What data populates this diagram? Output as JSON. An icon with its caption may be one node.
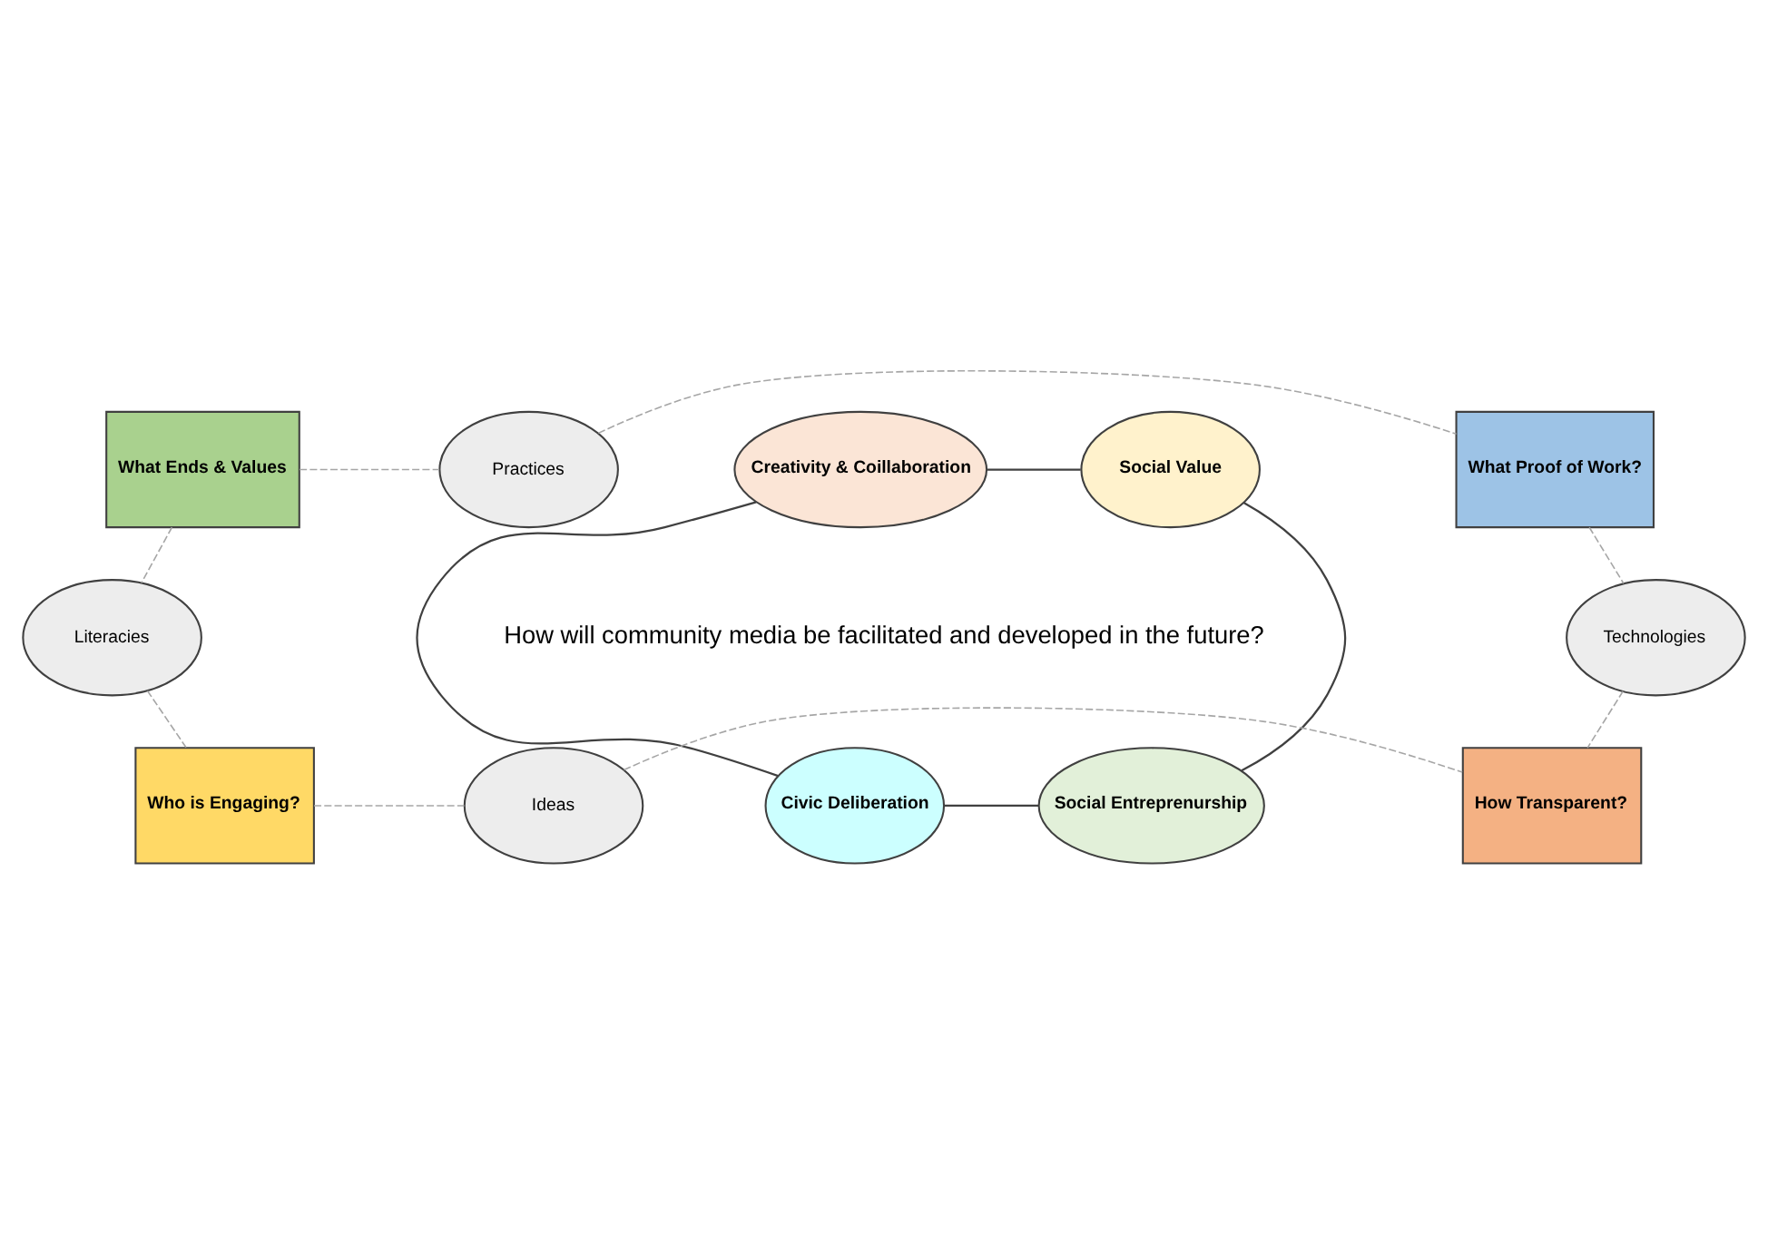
{
  "diagram": {
    "nodes": [
      {
        "text": [
          "What Ends & Values"
        ]
      },
      {
        "text": [
          "Practices"
        ]
      },
      {
        "text": [
          "What Proof of Work?"
        ]
      },
      {
        "text": [
          "Creativity & Coillaboration"
        ]
      },
      {
        "text": [
          "Social Value"
        ]
      },
      {
        "text": [
          "Literacies"
        ]
      },
      {
        "text": [
          "Technologies"
        ]
      },
      {
        "text": [
          "Civic Deliberation"
        ]
      },
      {
        "text": [
          "Social Entreprenurship"
        ]
      },
      {
        "text": [
          "Who is Engaging?"
        ]
      },
      {
        "text": [
          "Ideas"
        ]
      },
      {
        "text": [
          "How Transparent?"
        ]
      }
    ],
    "edges": [
      {
        "from": 0,
        "to": 1,
        "arrow": "none",
        "style": "dashed"
      },
      {
        "from": 1,
        "to": 2,
        "arrow": "none",
        "style": "dashed"
      },
      {
        "from": 3,
        "to": 4,
        "arrow": "none",
        "color": "#404040"
      },
      {
        "from": 0,
        "to": 5,
        "arrow": "none",
        "style": "dashed"
      },
      {
        "from": 2,
        "to": 6,
        "arrow": "none",
        "style": "dashed"
      },
      {
        "from": 3,
        "to": 7,
        "arrow": "none",
        "color": "#404040"
      },
      {
        "from": 4,
        "to": 8,
        "arrow": "none",
        "color": "#404040"
      },
      {
        "from": 7,
        "to": 8,
        "arrow": "none",
        "color": "#404040"
      },
      {
        "from": 5,
        "to": 9,
        "arrow": "none",
        "style": "dashed"
      },
      {
        "from": 6,
        "to": 11,
        "arrow": "none",
        "style": "dashed"
      },
      {
        "from": 9,
        "to": 10,
        "arrow": "none",
        "style": "dashed"
      },
      {
        "from": 10,
        "to": 11,
        "arrow": "none",
        "style": "dashed"
      }
    ],
    "labels": [
      "How will community media be facilitated and developed in the future?"
    ]
  }
}
